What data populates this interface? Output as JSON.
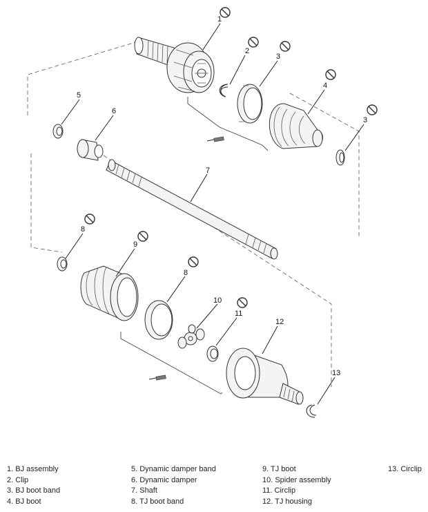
{
  "callouts": [
    "1",
    "2",
    "3",
    "4",
    "5",
    "6",
    "7",
    "8",
    "9",
    "10",
    "11",
    "12",
    "13"
  ],
  "callout_3b": "3",
  "callout_8b": "8",
  "legend": [
    [
      "1. BJ assembly",
      "2. Clip",
      "3. BJ boot band",
      "4. BJ boot"
    ],
    [
      "5. Dynamic damper band",
      "6. Dynamic damper",
      "7. Shaft",
      "8. TJ boot band"
    ],
    [
      "9. TJ boot",
      "10. Spider assembly",
      "11. Circlip",
      "12. TJ housing"
    ],
    [
      "13. Circlip"
    ]
  ],
  "symbols": {
    "do_not_reuse": "prohibition-circle",
    "grease": "grease-tube-icon"
  }
}
